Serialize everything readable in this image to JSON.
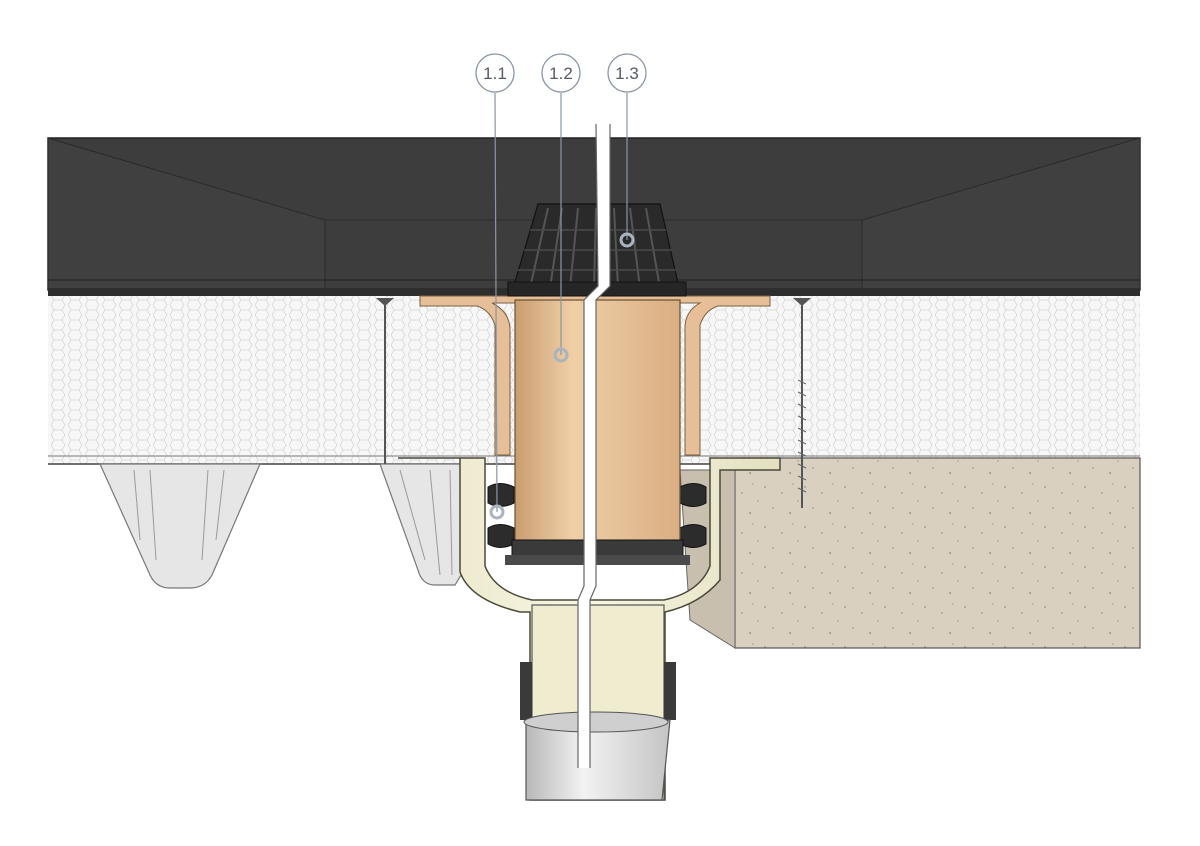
{
  "callouts": [
    {
      "id": "c1",
      "label": "1.1"
    },
    {
      "id": "c2",
      "label": "1.2"
    },
    {
      "id": "c3",
      "label": "1.3"
    }
  ],
  "colors": {
    "drainage_layer": "#3e3e3e",
    "insulation": "#f4f4f4",
    "insulation_hex": "#d9d9d9",
    "concrete": "#d9cfbf",
    "extension_tube": "#e8c09a",
    "housing": "#f4f1d8",
    "gravel_guard": "#2a2a2a",
    "pipe": "#dedede",
    "callout_stroke": "#8a96a3"
  }
}
